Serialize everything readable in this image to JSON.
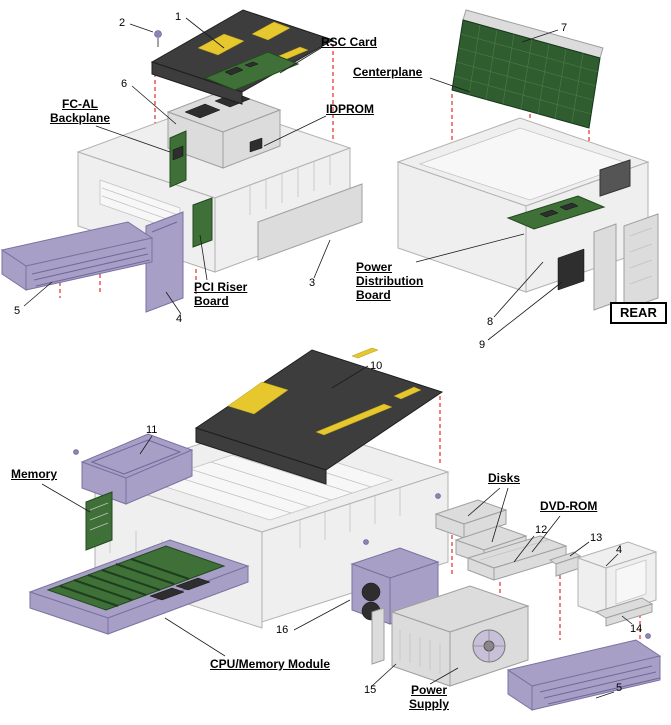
{
  "figure": {
    "type": "exploded-hardware-diagram",
    "views": [
      "front-top-exploded",
      "rear-exploded",
      "main-bottom-exploded"
    ]
  },
  "labels": {
    "rsc_card": "RSC Card",
    "centerplane": "Centerplane",
    "idprom": "IDPROM",
    "fcal": {
      "l1": "FC-AL",
      "l2": "Backplane"
    },
    "pci_riser": {
      "l1": "PCI Riser",
      "l2": "Board"
    },
    "pdb": {
      "l1": "Power",
      "l2": "Distribution",
      "l3": "Board"
    },
    "rear_tag": "REAR",
    "memory": "Memory",
    "disks": "Disks",
    "dvd_rom": "DVD-ROM",
    "cpu_memory_module": "CPU/Memory Module",
    "power_supply": {
      "l1": "Power",
      "l2": "Supply"
    }
  },
  "callouts": {
    "c1": "1",
    "c2": "2",
    "c3": "3",
    "c4_top": "4",
    "c5_top": "5",
    "c6": "6",
    "c7": "7",
    "c8": "8",
    "c9": "9",
    "c10": "10",
    "c11": "11",
    "c12": "12",
    "c13": "13",
    "c14": "14",
    "c15": "15",
    "c16": "16",
    "c4_bottom": "4",
    "c5_bottom": "5"
  },
  "colors": {
    "red": "#dd0000",
    "board_green": "#3f7038",
    "board_dark_green": "#2f5d2f",
    "purple": "#a89fc7",
    "purple_dark": "#8c84b4",
    "cover_dark": "#3d3d3d",
    "sticker_yellow": "#e6c72e",
    "chassis_fill": "#efefef",
    "chassis_stroke": "#b2b2b2"
  }
}
